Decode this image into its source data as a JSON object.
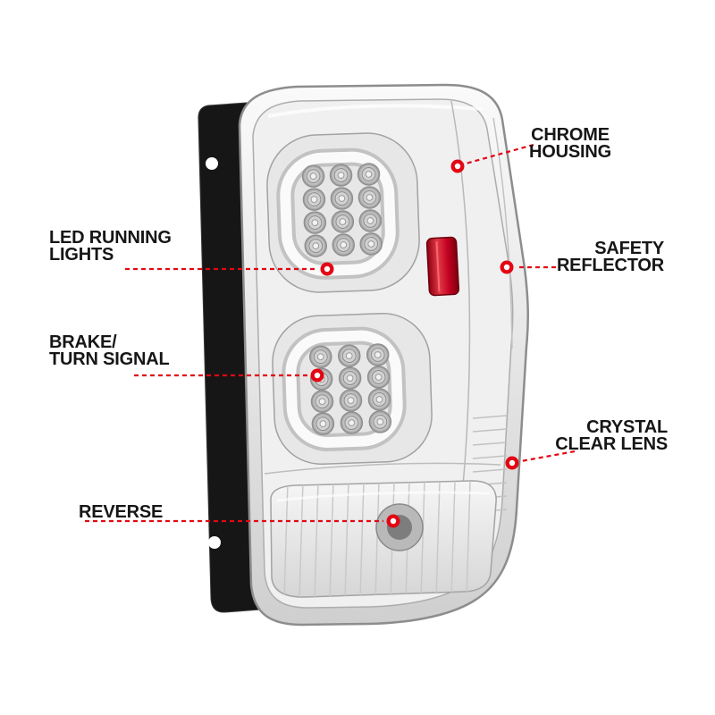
{
  "page": {
    "background": "#ffffff"
  },
  "colors": {
    "accent_red": "#e30613",
    "label_text": "#161616"
  },
  "callouts": {
    "chrome_housing": {
      "line1": "CHROME",
      "line2": "HOUSING"
    },
    "led_running": {
      "line1": "LED RUNNING",
      "line2": "LIGHTS"
    },
    "safety_reflector": {
      "line1": "SAFETY",
      "line2": "REFLECTOR"
    },
    "brake_turn": {
      "line1": "BRAKE/",
      "line2": "TURN SIGNAL"
    },
    "crystal_lens": {
      "line1": "CRYSTAL",
      "line2": "CLEAR LENS"
    },
    "reverse": {
      "line1": "REVERSE"
    }
  }
}
